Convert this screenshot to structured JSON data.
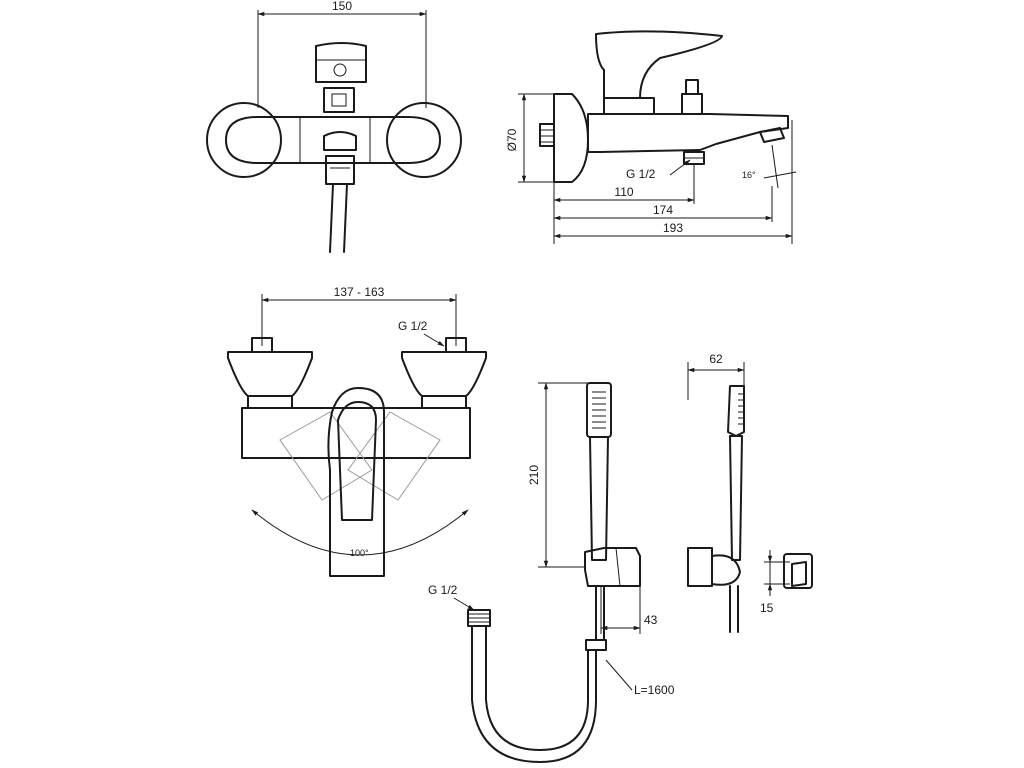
{
  "views": {
    "top_front": {
      "width_dim": "150"
    },
    "top_side": {
      "diameter_dim": "Ø70",
      "thread_label": "G 1/2",
      "angle_label": "16°",
      "depth_dims": [
        "110",
        "174",
        "193"
      ]
    },
    "mixer_front": {
      "spacing_dim": "137 - 163",
      "thread_label": "G 1/2",
      "swing_label": "100°"
    },
    "handshower": {
      "length_dim": "210",
      "offset_dim": "43"
    },
    "holder_side": {
      "depth_dim": "62",
      "height_dim": "15"
    },
    "hose": {
      "thread_label": "G 1/2",
      "length_label": "L=1600"
    }
  }
}
